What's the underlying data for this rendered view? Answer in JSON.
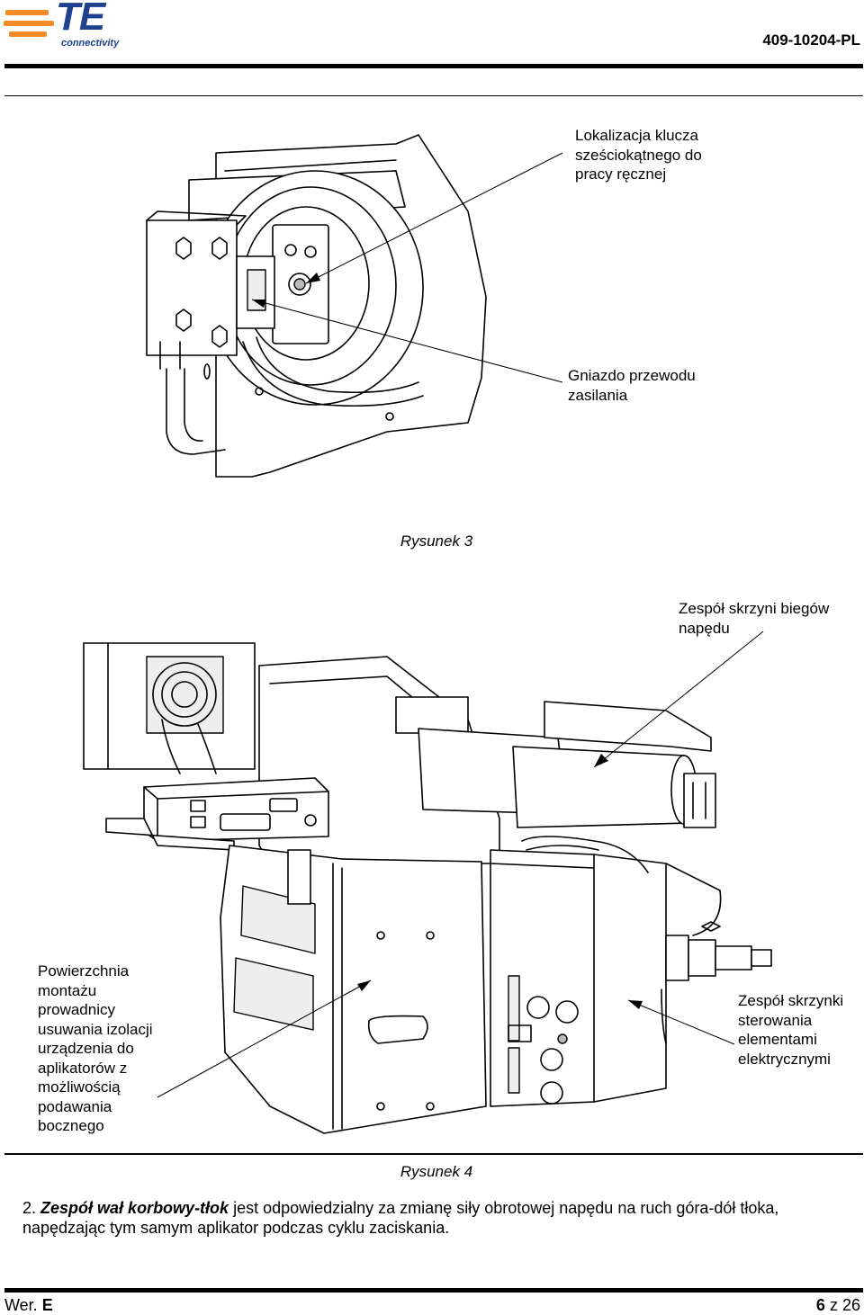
{
  "header": {
    "logo_text": "TE",
    "logo_subtext": "connectivity",
    "doc_number": "409-10204-PL"
  },
  "figure3": {
    "callout_hex_key": [
      "Lokalizacja klucza",
      "sześciokątnego do",
      "pracy ręcznej"
    ],
    "callout_power_socket": [
      "Gniazdo przewodu",
      "zasilania"
    ],
    "caption": "Rysunek 3"
  },
  "figure4": {
    "callout_gearbox": [
      "Zespół skrzyni biegów",
      "napędu"
    ],
    "callout_mount_surface": [
      "Powierzchnia",
      "montażu",
      "prowadnicy",
      "usuwania izolacji",
      "urządzenia do",
      "aplikatorów z",
      "możliwością",
      "podawania",
      "bocznego"
    ],
    "callout_control_box": [
      "Zespół skrzynki",
      "sterowania",
      "elementami",
      "elektrycznymi"
    ],
    "caption": "Rysunek 4"
  },
  "paragraph": {
    "number": "2.",
    "term": "Zespół wał korbowy-tłok",
    "text": "jest odpowiedzialny za zmianę siły obrotowej napędu na ruch góra-dół tłoka, napędzając tym samym aplikator podczas cyklu zaciskania."
  },
  "footer": {
    "revision_label": "Wer.",
    "revision_value": "E",
    "page_current": "6",
    "page_sep": "z",
    "page_total": "26"
  },
  "colors": {
    "logo_blue": "#1f3f8f",
    "logo_orange": "#f28c28"
  }
}
